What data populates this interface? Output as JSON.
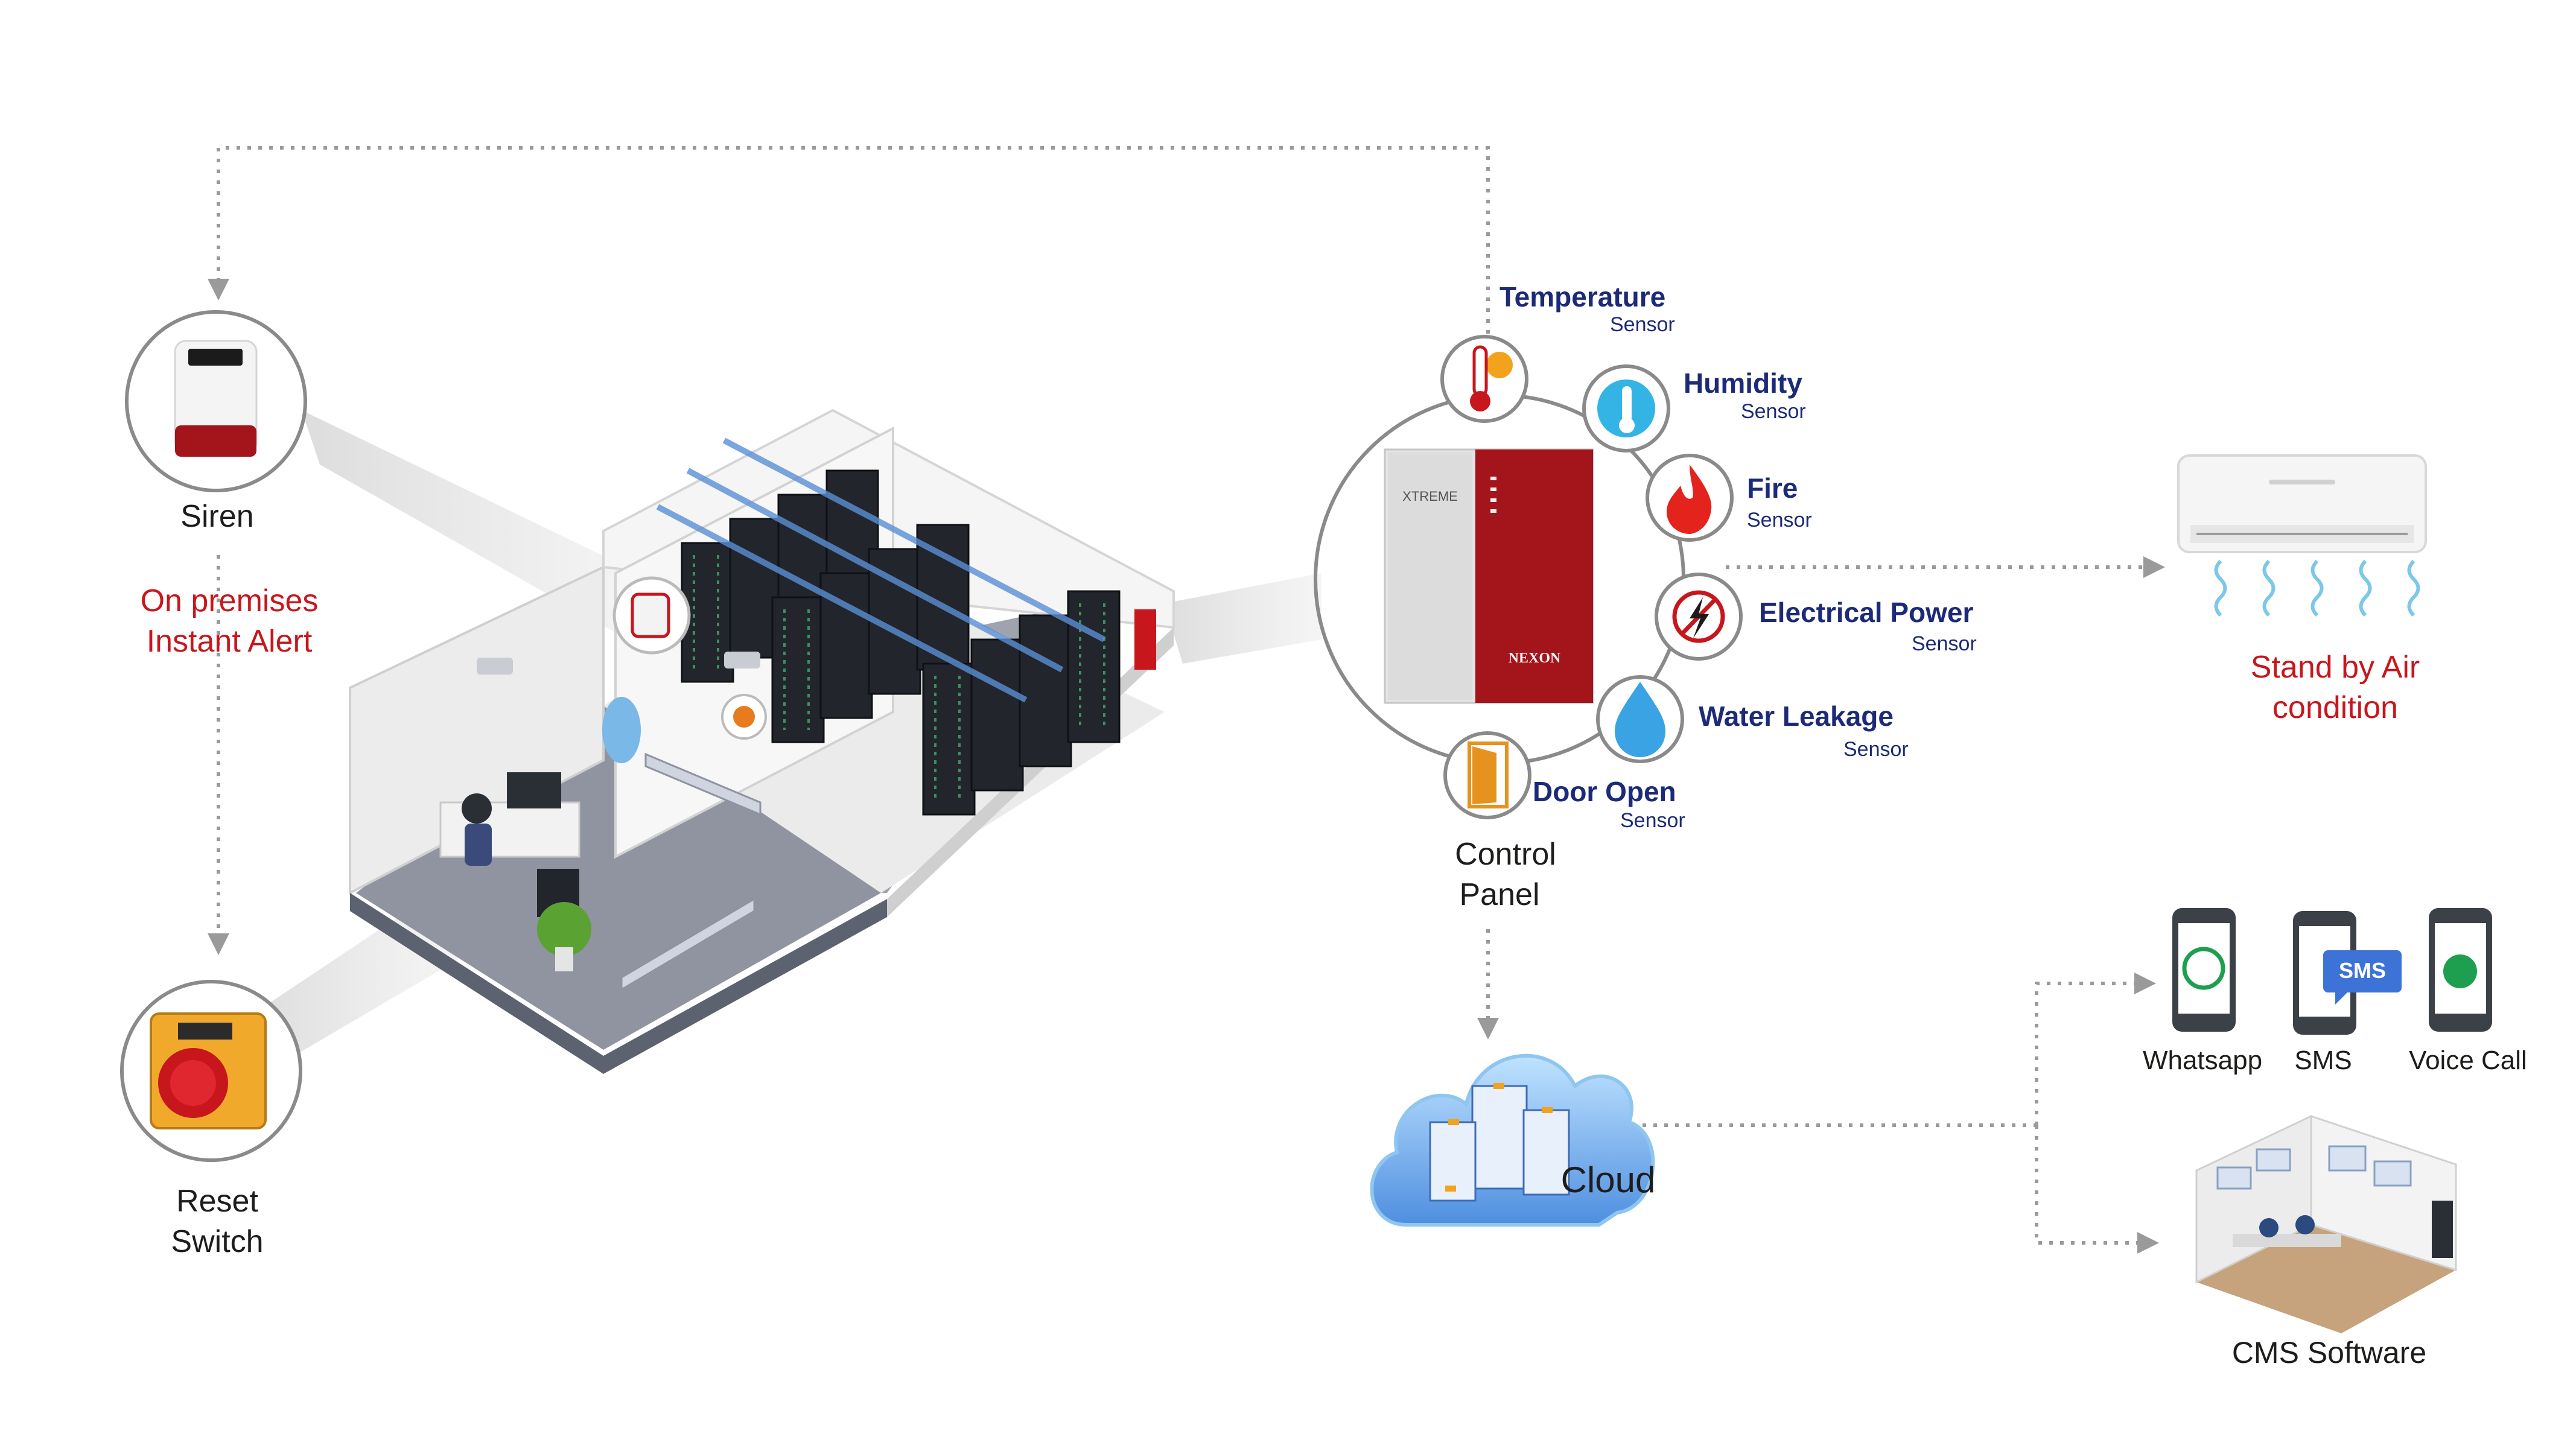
{
  "labels": {
    "siren": "Siren",
    "on_premises_line1": "On premises",
    "on_premises_line2": "Instant Alert",
    "reset_line1": "Reset",
    "reset_line2": "Switch",
    "control_line1": "Control",
    "control_line2": "Panel",
    "cloud": "Cloud",
    "ac_line1": "Stand by Air",
    "ac_line2": "condition",
    "whatsapp": "Whatsapp",
    "sms": "SMS",
    "voice_call": "Voice Call",
    "cms": "CMS Software"
  },
  "sensors": [
    {
      "name": "Temperature",
      "sub": "Sensor",
      "icon": "thermometer-sun-icon"
    },
    {
      "name": "Humidity",
      "sub": "Sensor",
      "icon": "humidity-thermometer-icon"
    },
    {
      "name": "Fire",
      "sub": "Sensor",
      "icon": "flame-icon"
    },
    {
      "name": "Electrical Power",
      "sub": "Sensor",
      "icon": "lightning-icon"
    },
    {
      "name": "Water Leakage",
      "sub": "Sensor",
      "icon": "water-drop-icon"
    },
    {
      "name": "Door Open",
      "sub": "Sensor",
      "icon": "door-icon"
    }
  ],
  "panel": {
    "brand": "NEXON",
    "logo": "XTREME"
  },
  "sms_badge": "SMS",
  "colors": {
    "accent_red": "#c8161d",
    "sensor_blue": "#1c2a78",
    "connector_gray": "#9a9a9a",
    "panel_red": "#a3141b"
  }
}
